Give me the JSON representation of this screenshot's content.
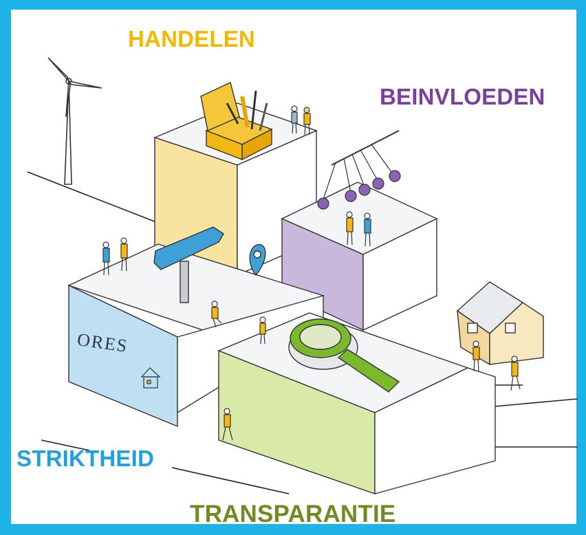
{
  "labels": {
    "handelen": "HANDELEN",
    "beinvloeden": "BEINVLOEDEN",
    "striktheid": "STRIKTHEID",
    "transparantie": "TRANSPARANTIE"
  },
  "logo": {
    "text": "ORES"
  },
  "colors": {
    "frame": "#1eb2e6",
    "handelen": "#f5b800",
    "beinvloeden": "#7b3fa0",
    "striktheid": "#1ea1dc",
    "transparantie": "#6e8c22",
    "yellow_block": "#f8e3a0",
    "purple_block": "#c9b7dc",
    "blue_block": "#bfe0f2",
    "green_block": "#d8e9a8",
    "block_top": "#f4f5f7"
  },
  "icons": [
    "wind-turbine-icon",
    "toolbox-icon",
    "newtons-cradle-icon",
    "signpost-icon",
    "location-pin-icon",
    "magnifier-icon",
    "solar-house-icon",
    "person-icon"
  ]
}
